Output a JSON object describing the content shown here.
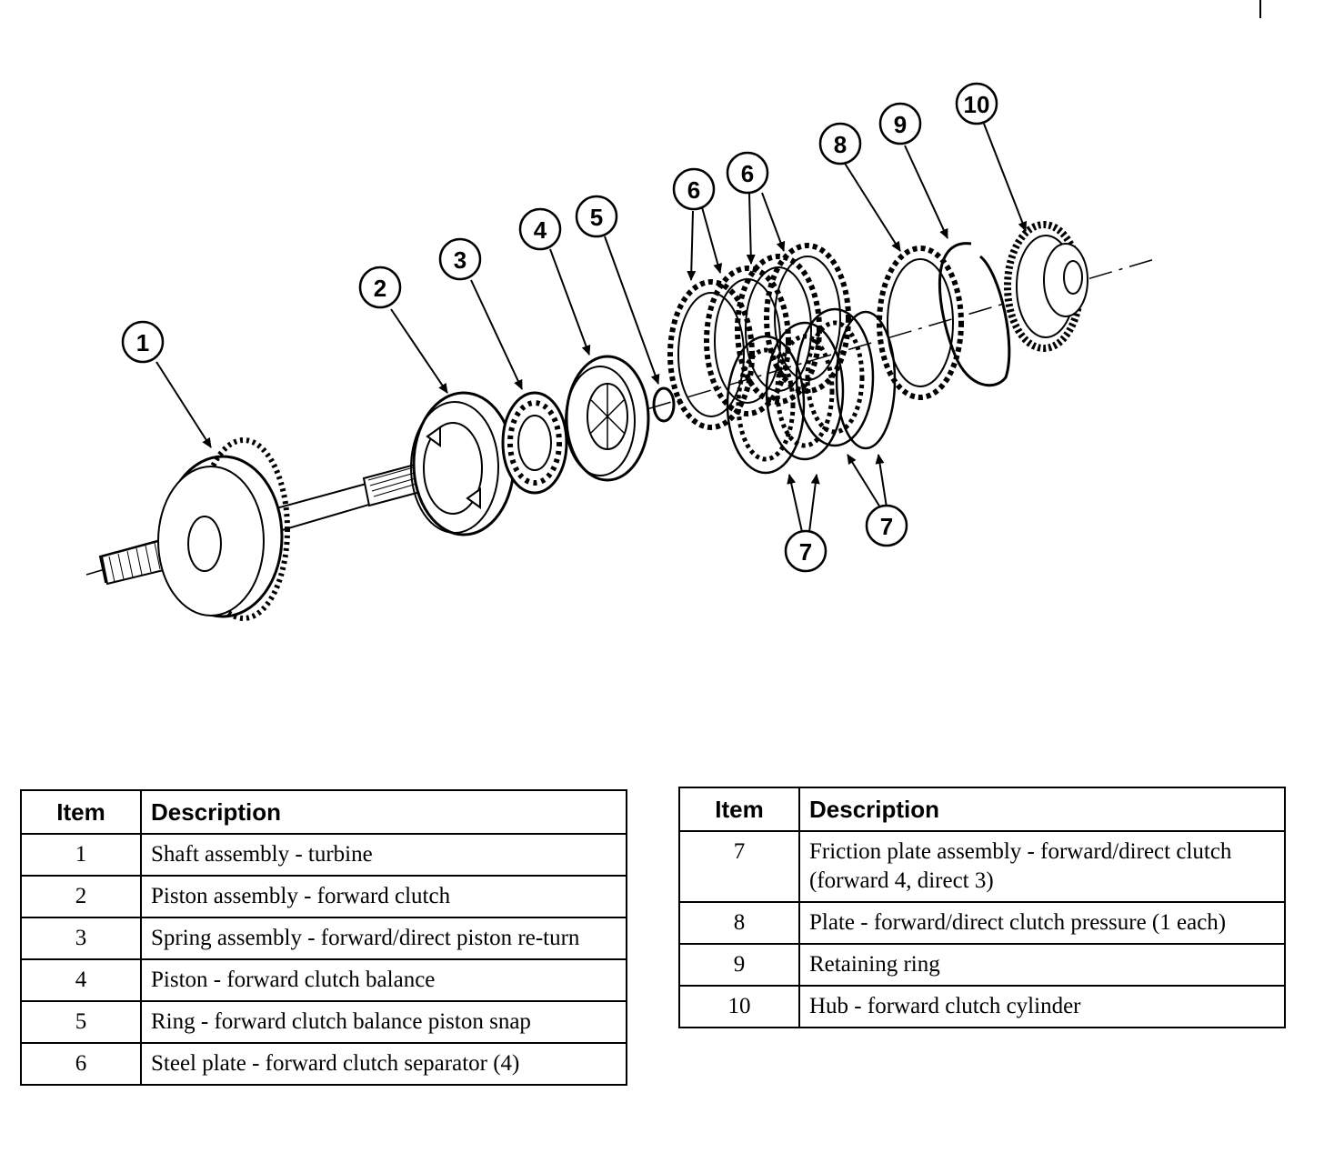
{
  "callouts": [
    "1",
    "2",
    "3",
    "4",
    "5",
    "6",
    "6",
    "7",
    "7",
    "8",
    "9",
    "10"
  ],
  "table_headers": {
    "item": "Item",
    "description": "Description"
  },
  "left_table": [
    {
      "item": "1",
      "description": "Shaft assembly - turbine"
    },
    {
      "item": "2",
      "description": "Piston assembly - forward clutch"
    },
    {
      "item": "3",
      "description": "Spring assembly - forward/direct piston re-turn"
    },
    {
      "item": "4",
      "description": "Piston - forward clutch balance"
    },
    {
      "item": "5",
      "description": "Ring - forward clutch balance piston snap"
    },
    {
      "item": "6",
      "description": "Steel plate - forward clutch separator (4)"
    }
  ],
  "right_table": [
    {
      "item": "7",
      "description": "Friction plate assembly - forward/direct clutch (forward 4, direct 3)"
    },
    {
      "item": "8",
      "description": "Plate - forward/direct clutch pressure (1 each)"
    },
    {
      "item": "9",
      "description": "Retaining ring"
    },
    {
      "item": "10",
      "description": "Hub - forward clutch cylinder"
    }
  ]
}
